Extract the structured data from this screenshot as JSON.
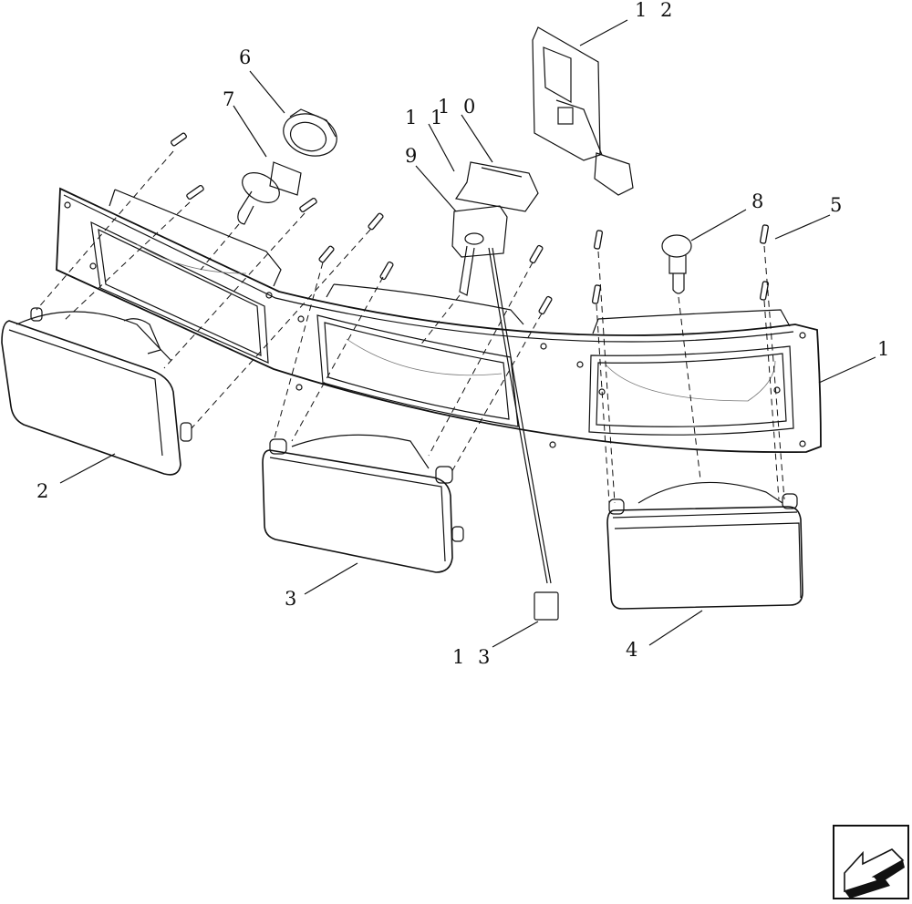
{
  "callouts": [
    {
      "id": "1",
      "text": "1"
    },
    {
      "id": "2",
      "text": "2"
    },
    {
      "id": "3",
      "text": "3"
    },
    {
      "id": "4",
      "text": "4"
    },
    {
      "id": "5",
      "text": "5"
    },
    {
      "id": "6",
      "text": "6"
    },
    {
      "id": "7",
      "text": "7"
    },
    {
      "id": "8",
      "text": "8"
    },
    {
      "id": "9",
      "text": "9"
    },
    {
      "id": "10",
      "text": "1 0"
    },
    {
      "id": "11",
      "text": "1 1"
    },
    {
      "id": "12",
      "text": "1 2"
    },
    {
      "id": "13",
      "text": "1 3"
    }
  ],
  "icons": {
    "nav": "back-arrow-icon"
  }
}
